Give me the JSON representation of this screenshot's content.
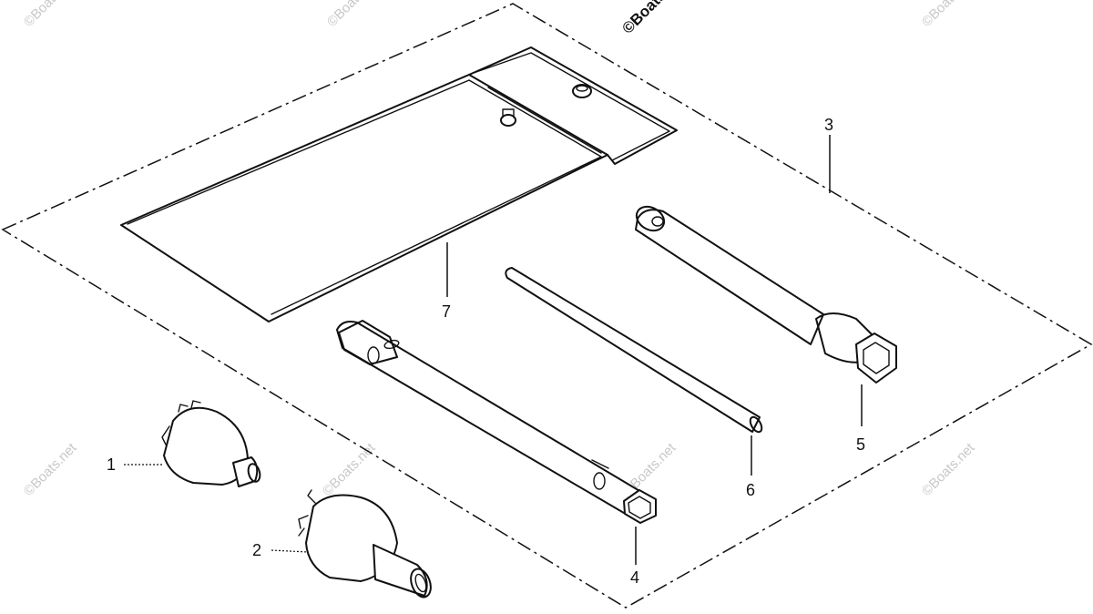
{
  "diagram": {
    "watermark": "©Boats.net",
    "callouts": {
      "c1": "1",
      "c2": "2",
      "c3": "3",
      "c4": "4",
      "c5": "5",
      "c6": "6",
      "c7": "7"
    }
  }
}
